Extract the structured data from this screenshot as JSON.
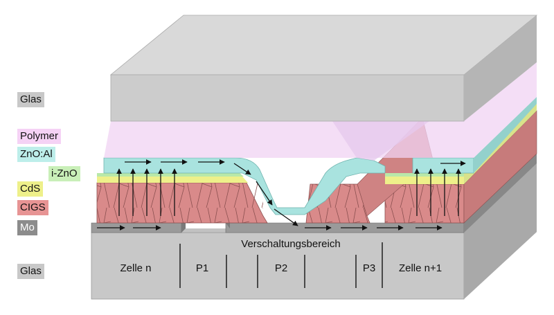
{
  "legend": {
    "glas_top": "Glas",
    "polymer": "Polymer",
    "znoal": "ZnO:Al",
    "izno": "i-ZnO",
    "cds": "CdS",
    "cigs": "CIGS",
    "mo": "Mo",
    "glas_bottom": "Glas"
  },
  "labels": {
    "interconnect_area": "Verschaltungsbereich",
    "cell_n": "Zelle n",
    "p1": "P1",
    "p2": "P2",
    "p3": "P3",
    "cell_n1": "Zelle n+1"
  },
  "colors": {
    "glass": "#c8c8c8",
    "polymer": "#f5d2f5",
    "znoal": "#a9e3df",
    "izno": "#b9e8a9",
    "cds": "#eef08a",
    "cigs": "#d98a8a",
    "mo": "#8c8c8c"
  }
}
